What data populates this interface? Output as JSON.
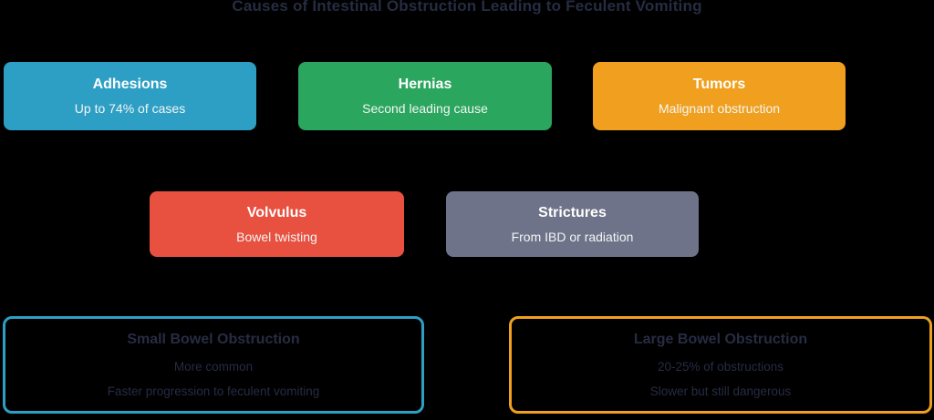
{
  "title": "Causes of Intestinal Obstruction Leading to Feculent Vomiting",
  "colors": {
    "background": "#000000",
    "title_text": "#262C42",
    "teal": "#2E9FC4",
    "green": "#2AA65E",
    "orange": "#F0A01E",
    "red": "#E8503F",
    "slate": "#6E7389"
  },
  "causes": [
    {
      "title": "Adhesions",
      "subtitle": "Up to 74% of cases",
      "color": "#2E9FC4"
    },
    {
      "title": "Hernias",
      "subtitle": "Second leading cause",
      "color": "#2AA65E"
    },
    {
      "title": "Tumors",
      "subtitle": "Malignant obstruction",
      "color": "#F0A01E"
    },
    {
      "title": "Volvulus",
      "subtitle": "Bowel twisting",
      "color": "#E8503F"
    },
    {
      "title": "Strictures",
      "subtitle": "From IBD or radiation",
      "color": "#6E7389"
    }
  ],
  "outcomes": [
    {
      "title": "Small Bowel Obstruction",
      "lines": [
        "More common",
        "Faster progression to feculent vomiting"
      ],
      "border_color": "#2E9FC4"
    },
    {
      "title": "Large Bowel Obstruction",
      "lines": [
        "20-25% of obstructions",
        "Slower but still dangerous"
      ],
      "border_color": "#F0A01E"
    }
  ]
}
